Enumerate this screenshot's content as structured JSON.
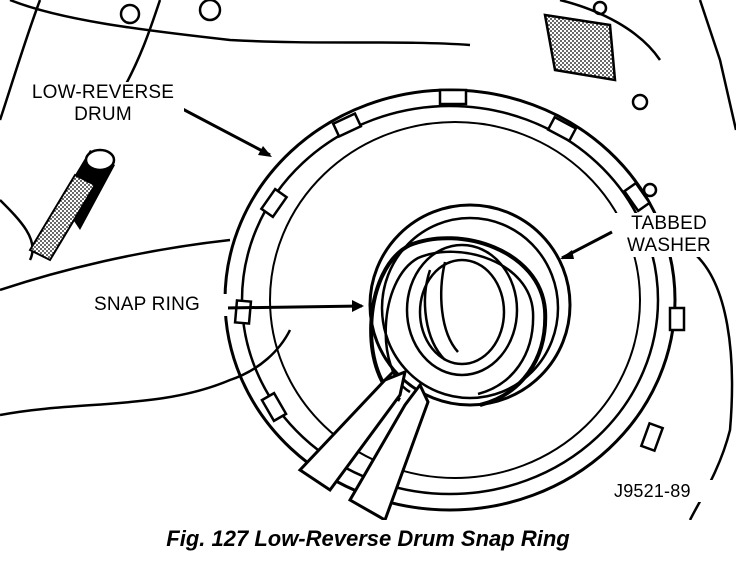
{
  "figure": {
    "callouts": {
      "low_reverse_drum": [
        "LOW-REVERSE",
        "DRUM"
      ],
      "tabbed_washer": [
        "TABBED",
        "WASHER"
      ],
      "snap_ring": "SNAP RING",
      "figure_code": "J9521-89"
    },
    "caption": "Fig. 127 Low-Reverse Drum Snap Ring"
  },
  "colors": {
    "ink": "#000000",
    "paper": "#ffffff",
    "shade": "#bdbdbd"
  }
}
